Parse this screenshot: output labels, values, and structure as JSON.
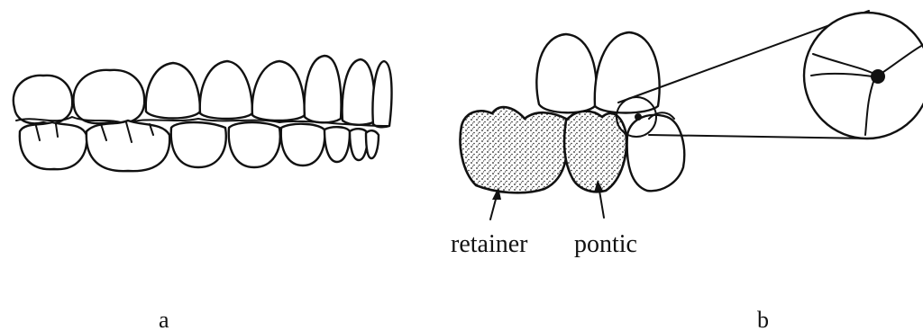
{
  "labels": {
    "retainer": "retainer",
    "pontic": "pontic",
    "panel_a": "a",
    "panel_b": "b"
  }
}
